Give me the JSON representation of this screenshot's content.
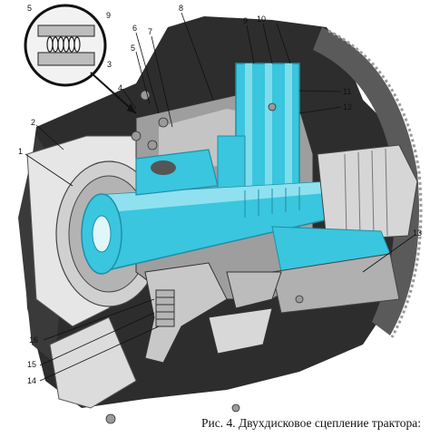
{
  "caption": "Рис. 4. Двухдисковое сцепление трактора:",
  "colors": {
    "highlight": "#39c6de",
    "highlight_dark": "#1f8fa6",
    "metal": "#bfbfbf",
    "metal_dark": "#8a8a8a",
    "casting": "#2d2d2d",
    "paper": "#ffffff"
  },
  "callouts": {
    "c1": "1",
    "c2": "2",
    "c3": "3",
    "c4": "4",
    "c5a": "5",
    "c5b": "5",
    "c6": "6",
    "c7": "7",
    "c8": "8",
    "c9a": "9",
    "c9b": "9",
    "c10": "10",
    "c11": "11",
    "c12": "12",
    "c13": "13",
    "c14": "14",
    "c15": "15",
    "c16": "16"
  }
}
